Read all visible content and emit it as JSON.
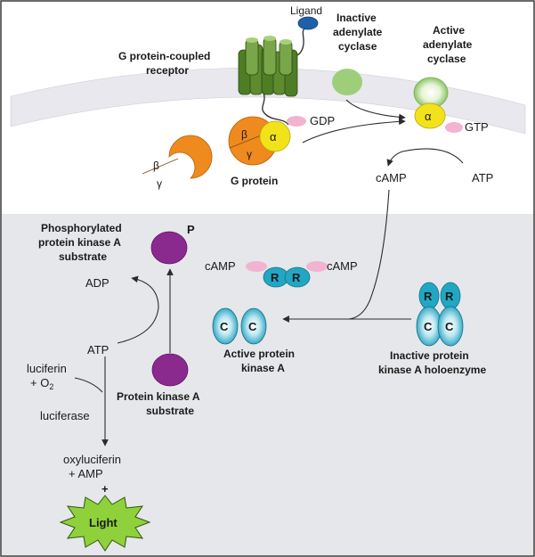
{
  "labels": {
    "ligand": "Ligand",
    "gpcr_line1": "G protein-coupled",
    "gpcr_line2": "receptor",
    "inactive_ac_line1": "Inactive",
    "inactive_ac_line2": "adenylate",
    "inactive_ac_line3": "cyclase",
    "active_ac_line1": "Active",
    "active_ac_line2": "adenylate",
    "active_ac_line3": "cyclase",
    "gdp": "GDP",
    "gtp": "GTP",
    "alpha": "α",
    "beta": "β",
    "gamma": "γ",
    "g_protein": "G protein",
    "camp_top": "cAMP",
    "atp_top": "ATP",
    "phospho_line1": "Phosphorylated",
    "phospho_line2": "protein kinase A",
    "phospho_line3": "substrate",
    "p_mark": "P",
    "camp_left": "cAMP",
    "camp_right": "cAMP",
    "r": "R",
    "c": "C",
    "adp": "ADP",
    "atp_mid": "ATP",
    "active_pka_line1": "Active protein",
    "active_pka_line2": "kinase A",
    "inactive_pka_line1": "Inactive protein",
    "inactive_pka_line2": "kinase A holoenzyme",
    "luciferin": "luciferin",
    "plus_o2_prefix": "+ O",
    "o2_sub": "2",
    "luciferase": "luciferase",
    "oxyluciferin": "oxyluciferin",
    "plus_amp": "+ AMP",
    "plus_sign": "+",
    "pka_substrate_line1": "Protein kinase A",
    "pka_substrate_line2": "substrate",
    "light": "Light"
  },
  "colors": {
    "membrane": "#e8e8ee",
    "cytoplasm": "#e6e7ea",
    "receptor_green": "#5d8b2e",
    "ligand_blue": "#1f5fa8",
    "ac_green": "#9fce7a",
    "alpha_yellow": "#f2e21a",
    "beta_orange": "#ef8a1e",
    "gdp_pink": "#f2b3d0",
    "pka_teal": "#21a7c4",
    "substrate_purple": "#8b2a8e",
    "light_green": "#8ed13b"
  }
}
